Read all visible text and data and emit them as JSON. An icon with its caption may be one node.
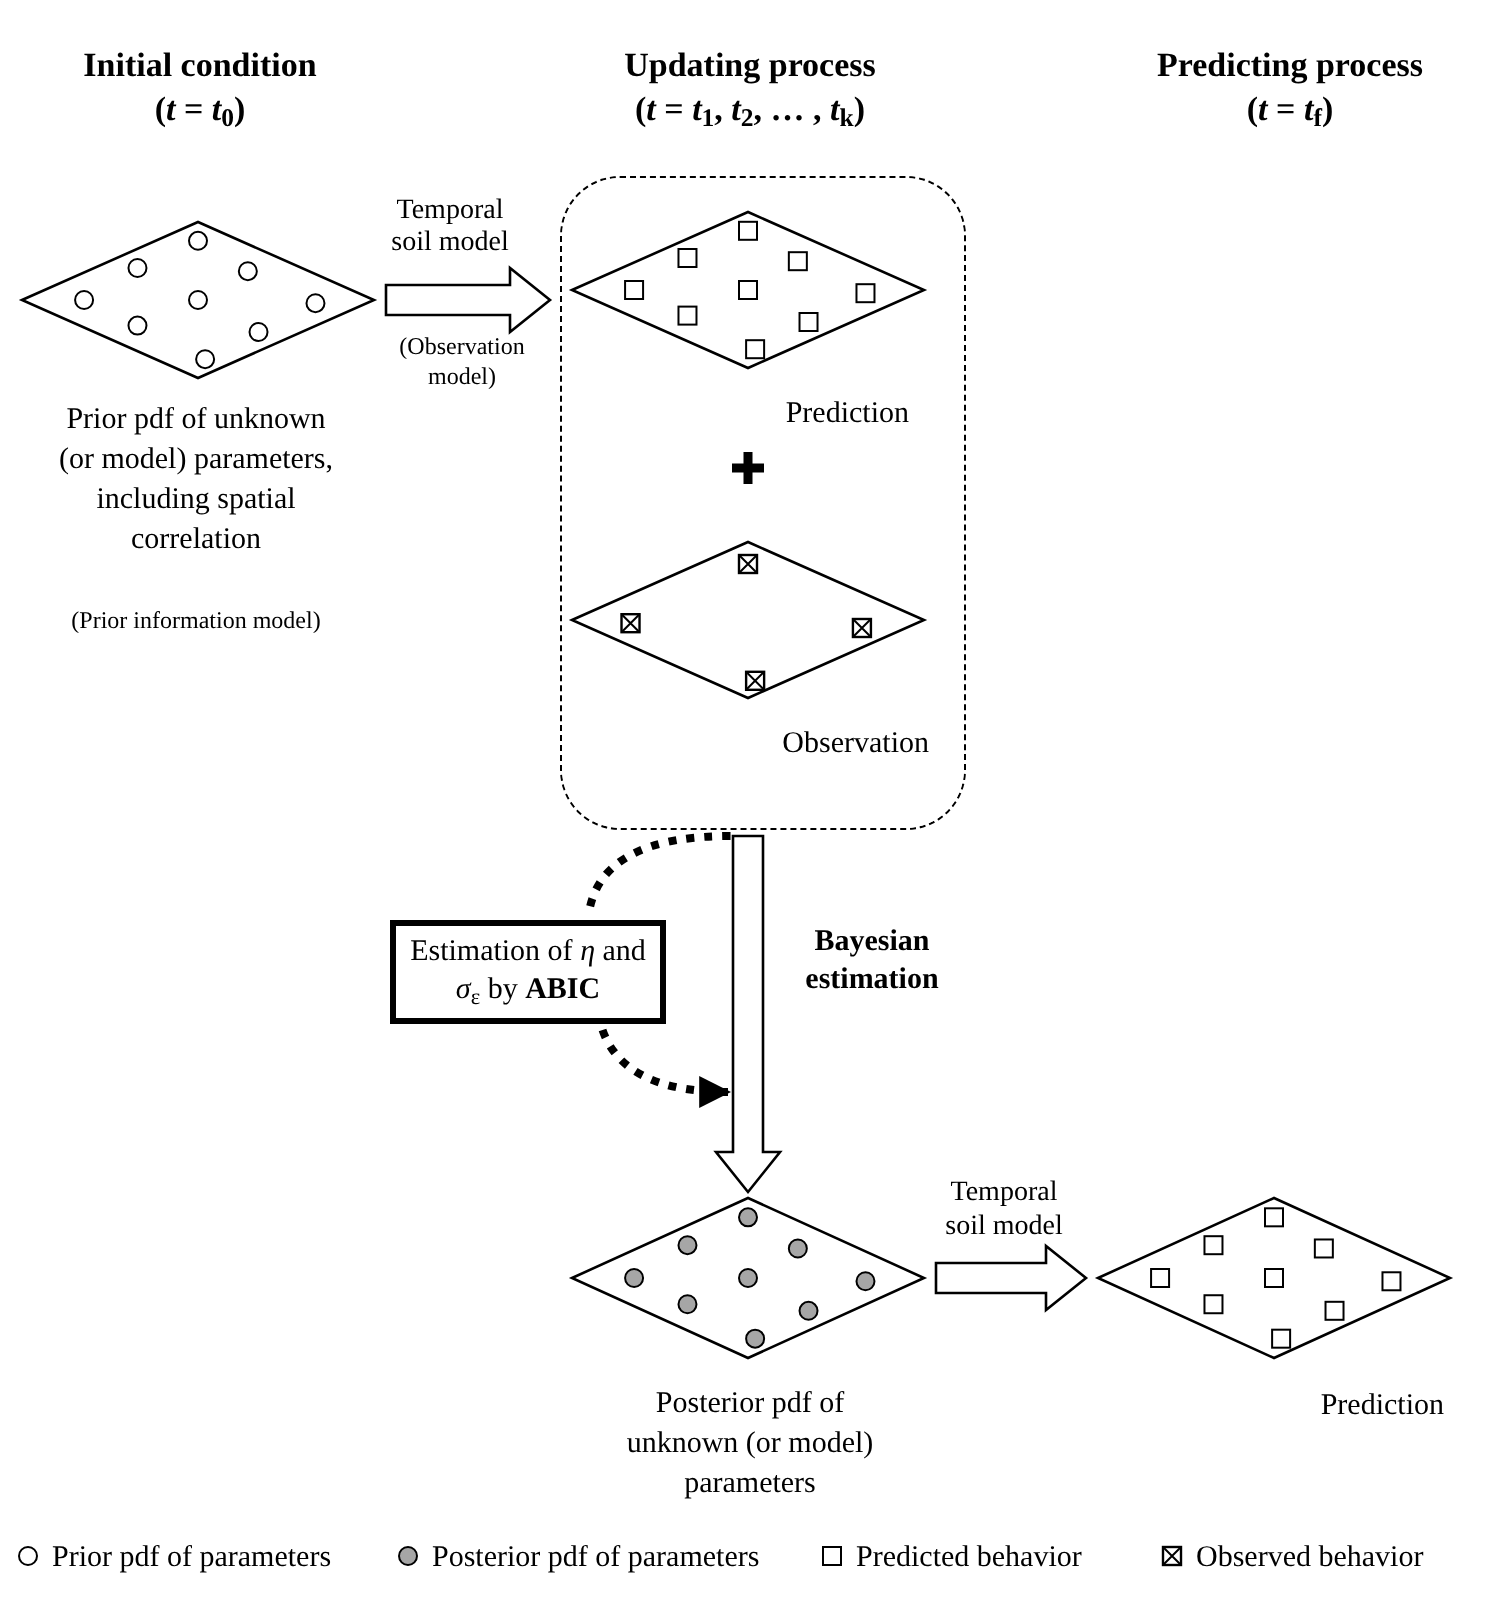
{
  "diagram": {
    "nodes": [
      {
        "text": [],
        "shape": "diamond",
        "beside": [
          "Prior pdf of unknown (or model) parameters, including spatial correlation",
          "(Prior information model)"
        ]
      },
      {
        "text": [],
        "shape": "box"
      },
      {
        "text": [],
        "shape": "diamond",
        "in": 1,
        "beside": [
          "Prediction"
        ]
      },
      {
        "text": [],
        "shape": "diamond",
        "in": 1,
        "beside": [
          "Observation"
        ]
      },
      {
        "text": [
          "Estimation of *η* and *σ*$_{ε}$ by **ABIC**"
        ]
      },
      {
        "text": [],
        "shape": "diamond",
        "beside": [
          "Posterior pdf of unknown (or model) parameters"
        ]
      },
      {
        "text": [],
        "shape": "diamond",
        "beside": [
          "Prediction"
        ]
      }
    ],
    "edges": [
      {
        "from": 0,
        "to": 1,
        "arrow": "to",
        "label": "Temporal soil model",
        "style": "thick"
      },
      {
        "from": 1,
        "to": 5,
        "arrow": "to",
        "label": "Bayesian estimation",
        "style": "thick"
      },
      {
        "from": 1,
        "to": 4,
        "arrow": "none",
        "style": "dashed"
      },
      {
        "from": 4,
        "to": null,
        "arrow": "to",
        "style": "dashed"
      },
      {
        "from": 5,
        "to": 6,
        "arrow": "to",
        "label": "Temporal soil model",
        "style": "thick"
      }
    ],
    "labels": [
      "Initial condition",
      "(*t* = *t*$_{0}$)",
      "Updating process",
      "(*t* = *t*$_{1}$, *t*$_{2}$, … , *t*$_{k}$)",
      "Predicting process",
      "(*t* = *t*$_{f}$)",
      "(Observation model)"
    ],
    "legend": [
      {
        "text": "Prior pdf of parameters"
      },
      {
        "text": "Posterior pdf of parameters"
      },
      {
        "text": "Predicted behavior"
      },
      {
        "text": "Observed behavior"
      }
    ]
  }
}
